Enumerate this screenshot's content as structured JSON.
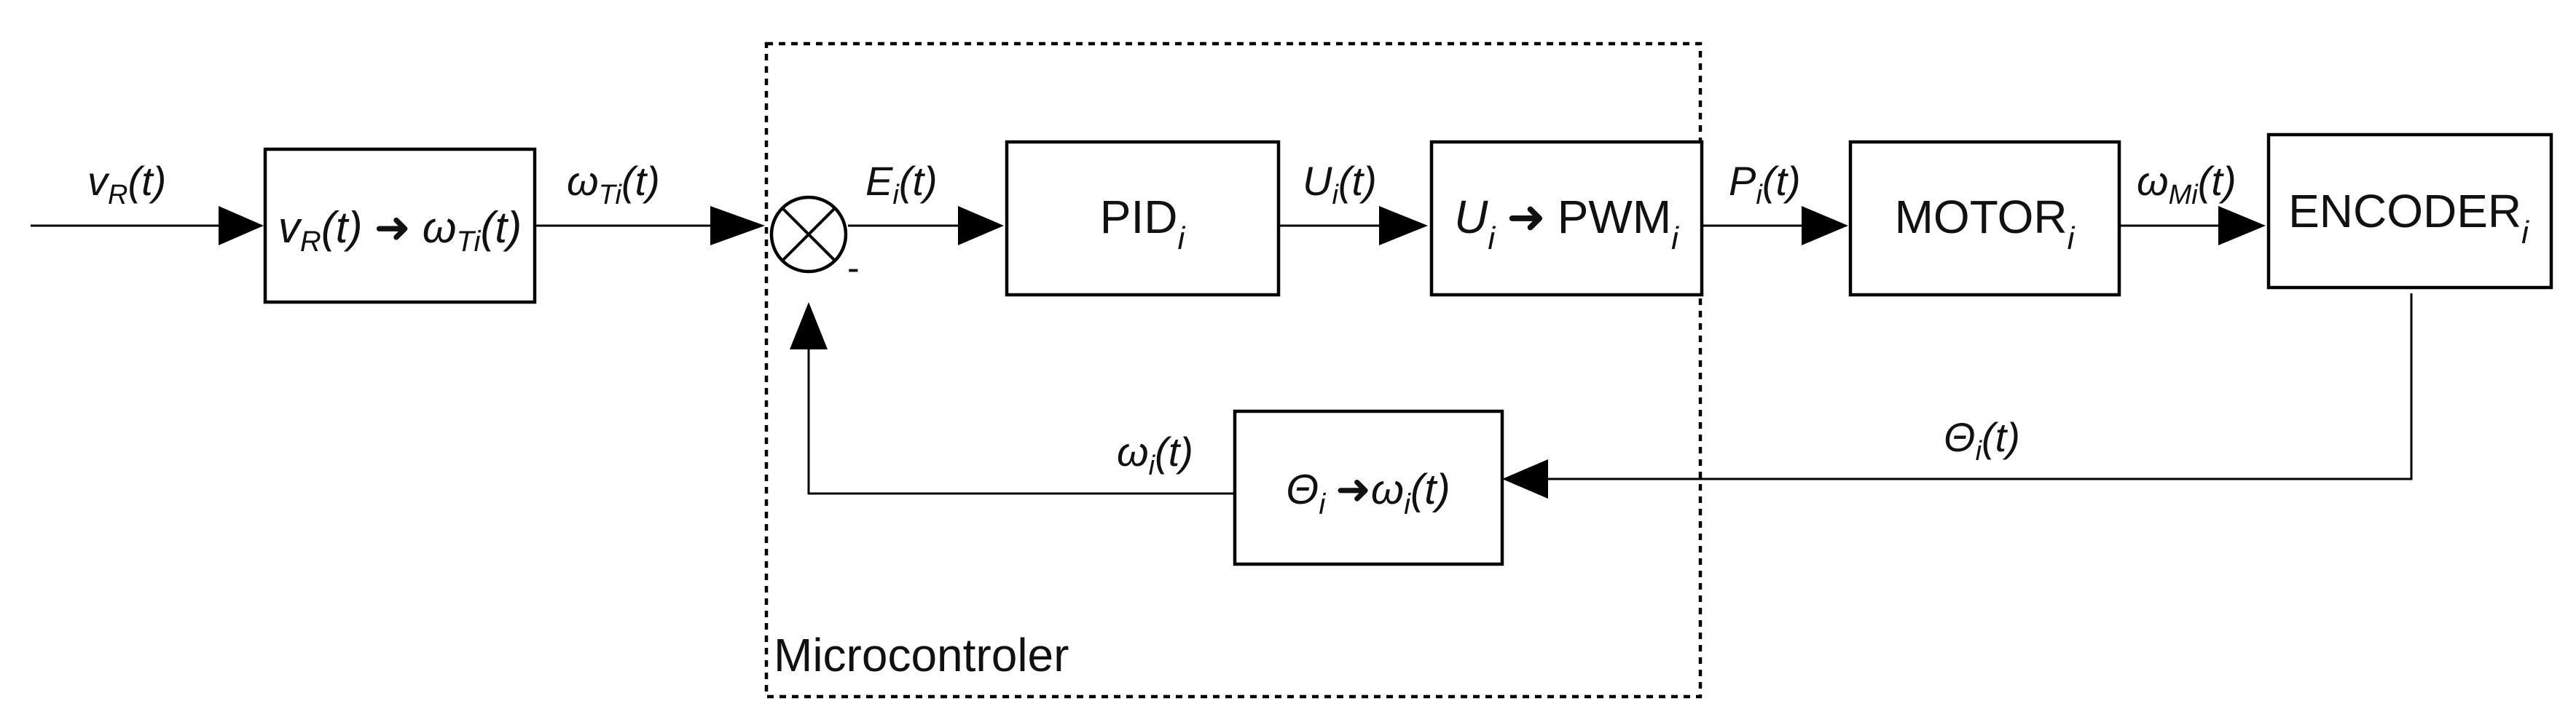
{
  "input_label": {
    "base": "v",
    "sub": "R",
    "arg": "(t)"
  },
  "blocks": {
    "converter": {
      "left_base": "v",
      "left_sub": "R",
      "left_arg": "(t)",
      "arrow": "➜",
      "right_base": "ω",
      "right_sub": "Ti",
      "right_arg": "(t)"
    },
    "pid": {
      "base": "PID",
      "sub": "i"
    },
    "pwm": {
      "left_base": "U",
      "left_sub": "i",
      "arrow": "➜",
      "right_base": "PWM",
      "right_sub": "i"
    },
    "motor": {
      "base": "MOTOR",
      "sub": "i"
    },
    "encoder": {
      "base": "ENCODER",
      "sub": "i"
    },
    "feedback": {
      "left_base": "Θ",
      "left_sub": "i",
      "arrow": "➜",
      "right_base": "ω",
      "right_sub": "i",
      "right_arg": "(t)"
    }
  },
  "signals": {
    "omega_ti": {
      "base": "ω",
      "sub": "Ti",
      "arg": "(t)"
    },
    "error": {
      "base": "E",
      "sub": "i",
      "arg": "(t)"
    },
    "control": {
      "base": "U",
      "sub": "i",
      "arg": "(t)"
    },
    "pwm_out": {
      "base": "P",
      "sub": "i",
      "arg": "(t)"
    },
    "omega_mi": {
      "base": "ω",
      "sub": "Mi",
      "arg": "(t)"
    },
    "theta": {
      "base": "Θ",
      "sub": "i",
      "arg": "(t)"
    },
    "omega_i": {
      "base": "ω",
      "sub": "i",
      "arg": "(t)"
    }
  },
  "summing_junction": {
    "minus_sign": "-"
  },
  "microcontroller_label": "Microcontroler"
}
